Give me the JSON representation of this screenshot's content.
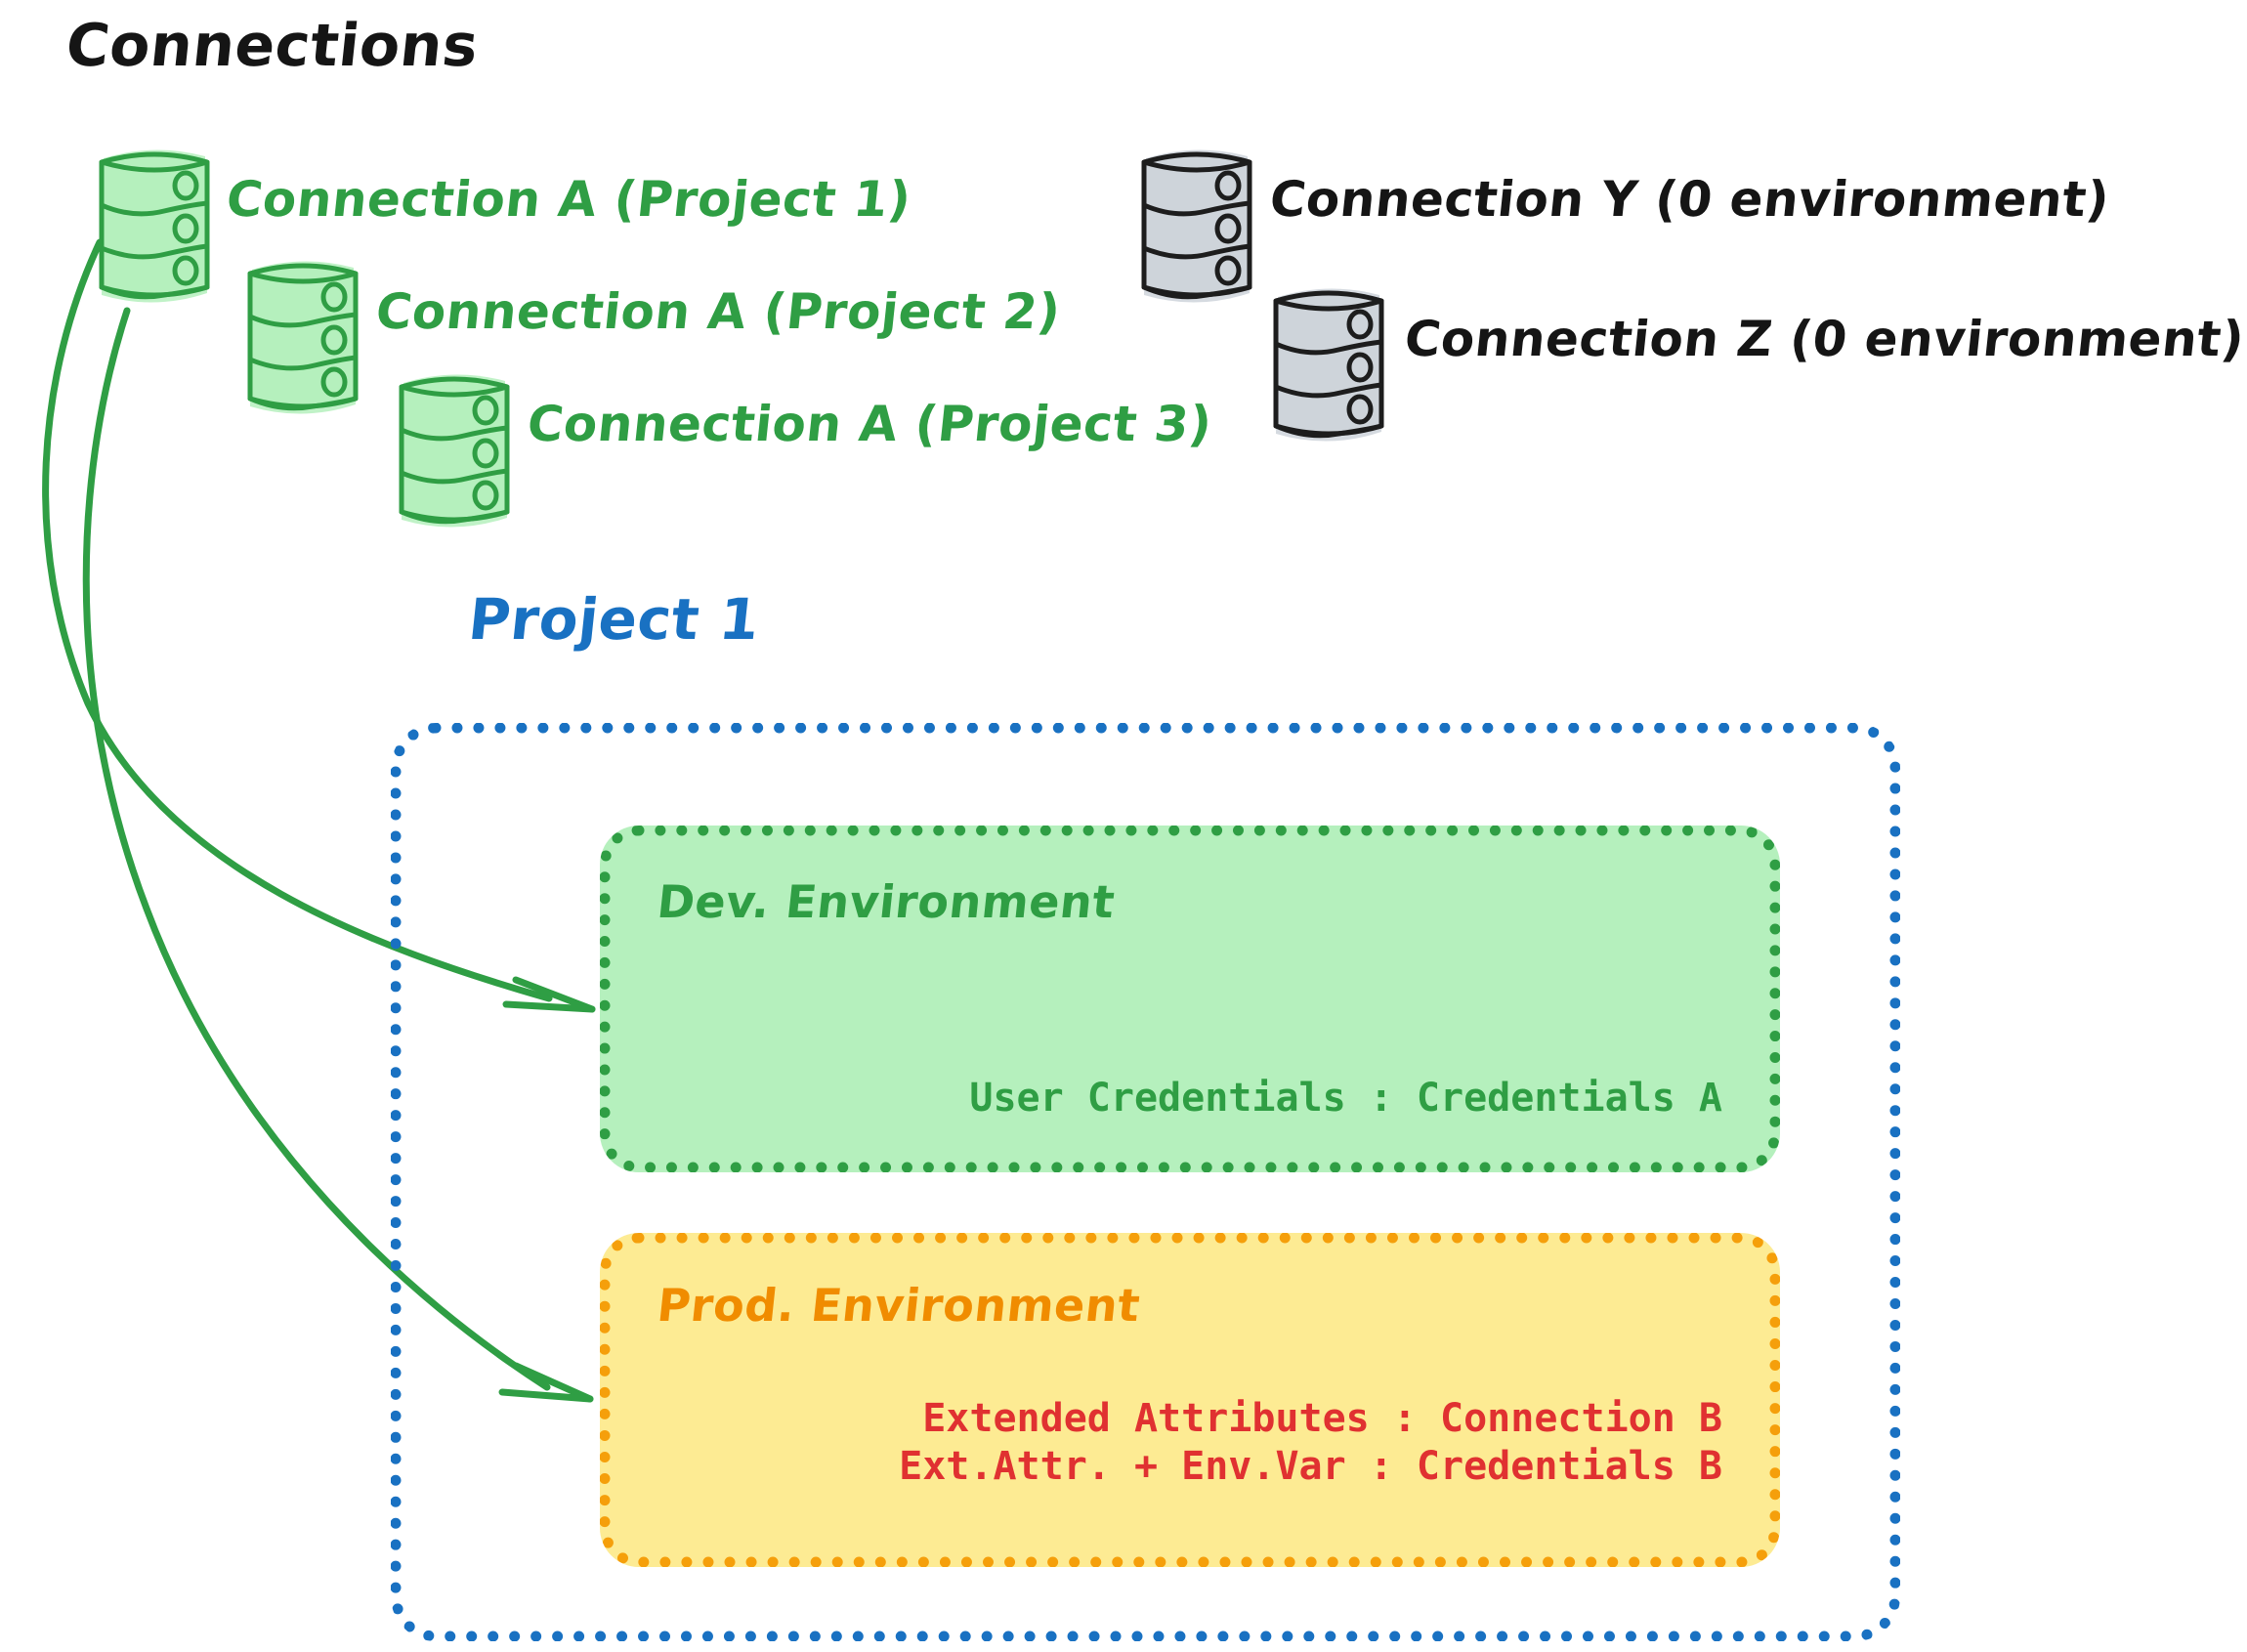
{
  "diagram": {
    "title": "Connections",
    "title_color": "#151515",
    "project_label": "Project 1",
    "project_label_color": "#1971c2",
    "connections_green": [
      {
        "label": "Connection A (Project 1)",
        "color": "#2f9e44",
        "icon": "database-cylinder-icon"
      },
      {
        "label": "Connection A (Project 2)",
        "color": "#2f9e44",
        "icon": "database-cylinder-icon"
      },
      {
        "label": "Connection A (Project 3)",
        "color": "#2f9e44",
        "icon": "database-cylinder-icon"
      }
    ],
    "connections_gray": [
      {
        "label": "Connection Y (0 environment)",
        "color": "#151515",
        "icon": "database-cylinder-icon"
      },
      {
        "label": "Connection Z (0 environment)",
        "color": "#151515",
        "icon": "database-cylinder-icon"
      }
    ],
    "environments": [
      {
        "name": "Dev. Environment",
        "accent": "#2f9e44",
        "fill": "#b5f0bd",
        "lines": [
          "User Credentials : Credentials A"
        ],
        "line_color": "#2f9e44"
      },
      {
        "name": "Prod. Environment",
        "accent": "#f59f0b",
        "title_color": "#f08c00",
        "fill": "#fdeb93",
        "lines": [
          "Extended Attributes : Connection B",
          "Ext.Attr. + Env.Var : Credentials B"
        ],
        "line_color": "#e03131"
      }
    ],
    "arrows": [
      {
        "from": "Connection A (Project 1)",
        "to": "Dev. Environment",
        "color": "#2f9e44"
      },
      {
        "from": "Connection A (Project 1)",
        "to": "Prod. Environment",
        "color": "#2f9e44"
      }
    ]
  }
}
